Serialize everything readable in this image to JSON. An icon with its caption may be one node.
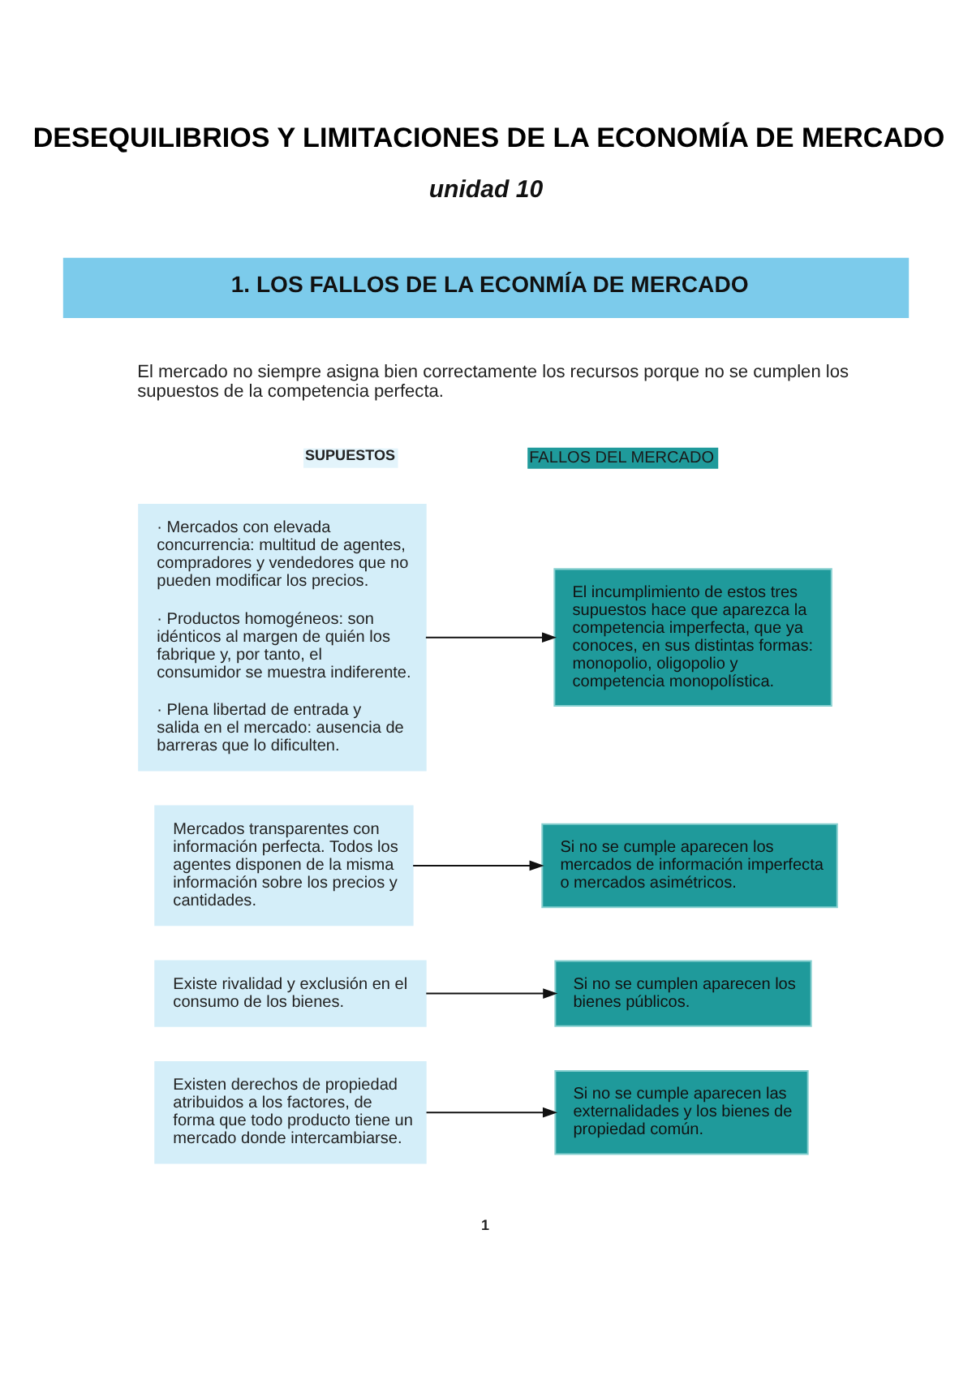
{
  "diagram": {
    "title": "DESEQUILIBRIOS Y LIMITACIONES DE LA ECONOMÍA DE MERCADO",
    "nodes": [
      {
        "text": [
          "1. LOS FALLOS DE LA ECONMÍA DE MERCADO"
        ]
      },
      {
        "text": [
          "· Mercados con elevada concurrencia: multitud de agentes, compradores y vendedores que no pueden modificar los precios.",
          "· Productos homogéneos: son idénticos al margen de quién los fabrique y, por tanto, el consumidor se muestra indiferente.",
          "· Plena libertad de entrada y salida en el mercado: ausencia de barreras que lo dificulten."
        ]
      },
      {
        "text": [
          "El incumplimiento de estos tres supuestos hace que aparezca la competencia imperfecta, que ya conoces, en sus distintas formas: monopolio, oligopolio y competencia monopolística."
        ]
      },
      {
        "text": [
          "Mercados transparentes con información perfecta. Todos los agentes disponen de la misma información sobre los precios y cantidades."
        ]
      },
      {
        "text": [
          "Si no se cumple aparecen los mercados de información imperfecta o mercados asimétricos."
        ]
      },
      {
        "text": [
          "Existe rivalidad y exclusión en el consumo de los bienes."
        ]
      },
      {
        "text": [
          "Si no se cumplen aparecen los bienes públicos."
        ]
      },
      {
        "text": [
          "Existen derechos de propiedad atribuidos a los factores, de forma que todo producto tiene un mercado donde intercambiarse."
        ]
      },
      {
        "text": [
          "Si no se cumple aparecen las externalidades y los bienes de propiedad común."
        ]
      }
    ],
    "edges": [
      {
        "from": 1,
        "to": 2,
        "arrow": "to"
      },
      {
        "from": 3,
        "to": 4,
        "arrow": "to"
      },
      {
        "from": 5,
        "to": 6,
        "arrow": "to"
      },
      {
        "from": 7,
        "to": 8,
        "arrow": "to"
      }
    ],
    "labels": [
      "unidad 10",
      "El mercado no siempre asigna bien correctamente los recursos porque no se cumplen los supuestos de la competencia perfecta.",
      "SUPUESTOS",
      "FALLOS DEL MERCADO",
      "1"
    ]
  }
}
